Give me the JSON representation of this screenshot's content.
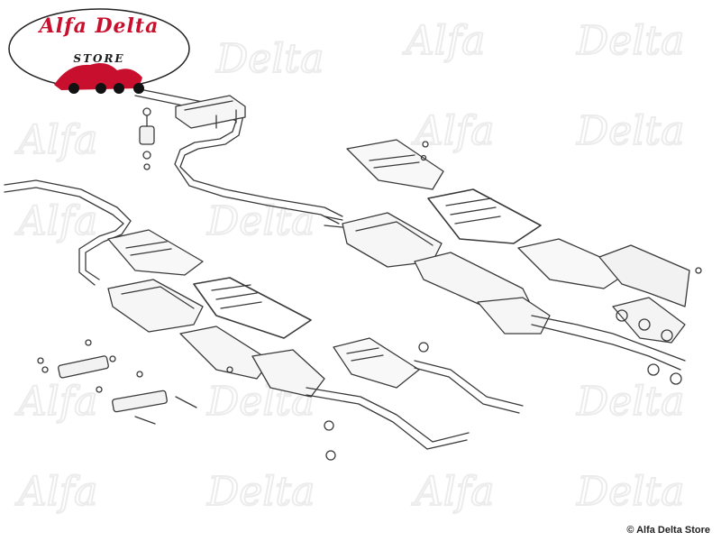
{
  "logo": {
    "title": "Alfa Delta",
    "subtitle": "STORE",
    "accent": "#c8102e"
  },
  "watermark": {
    "text": "Alfa Delta"
  },
  "copyright": "© Alfa Delta Store"
}
